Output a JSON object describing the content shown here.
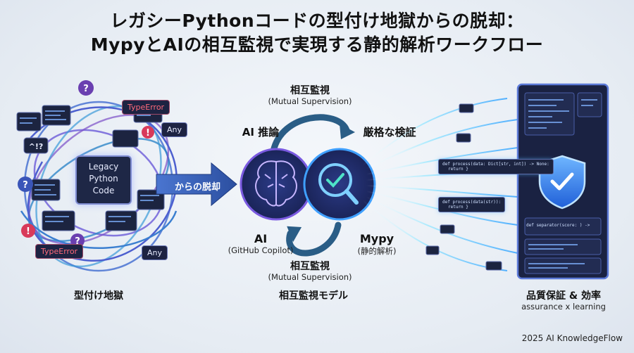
{
  "title_line1": "レガシーPythonコードの型付け地獄からの脱却：",
  "title_line2": "MypyとAIの相互監視で実現する静的解析ワークフロー",
  "left": {
    "code_box_line1": "Legacy",
    "code_box_line2": "Python",
    "code_box_line3": "Code",
    "tags": [
      "TypeError",
      "Any",
      "TypeError",
      "Any"
    ],
    "caption": "型付け地獄"
  },
  "arrow_label": "からの脱却",
  "center": {
    "top_label": "相互監視",
    "top_sub": "(Mutual Supervision)",
    "ai_reason": "AI 推論",
    "strict_check": "厳格な検証",
    "ai_name": "AI",
    "ai_sub": "(GitHub Copilot)",
    "mypy_name": "Mypy",
    "mypy_sub": "(静的解析)",
    "bottom_label": "相互監視",
    "bottom_sub": "(Mutual Supervision)",
    "caption": "相互監視モデル"
  },
  "right": {
    "snippet1": "def process(data: Dict[str, int]) -> None:",
    "snippet1b": "return }",
    "snippet2": "def process(data(str)):",
    "snippet2b": "return }",
    "snippet3": "def separator(score: ) ->",
    "caption": "品質保証 & 効率",
    "sub": "assurance x learning"
  },
  "footer": "2025 AI KnowledgeFlow",
  "colors": {
    "accent_blue": "#3a63b8",
    "dark_panel": "#1c2440",
    "shield": "#3b8bff"
  }
}
